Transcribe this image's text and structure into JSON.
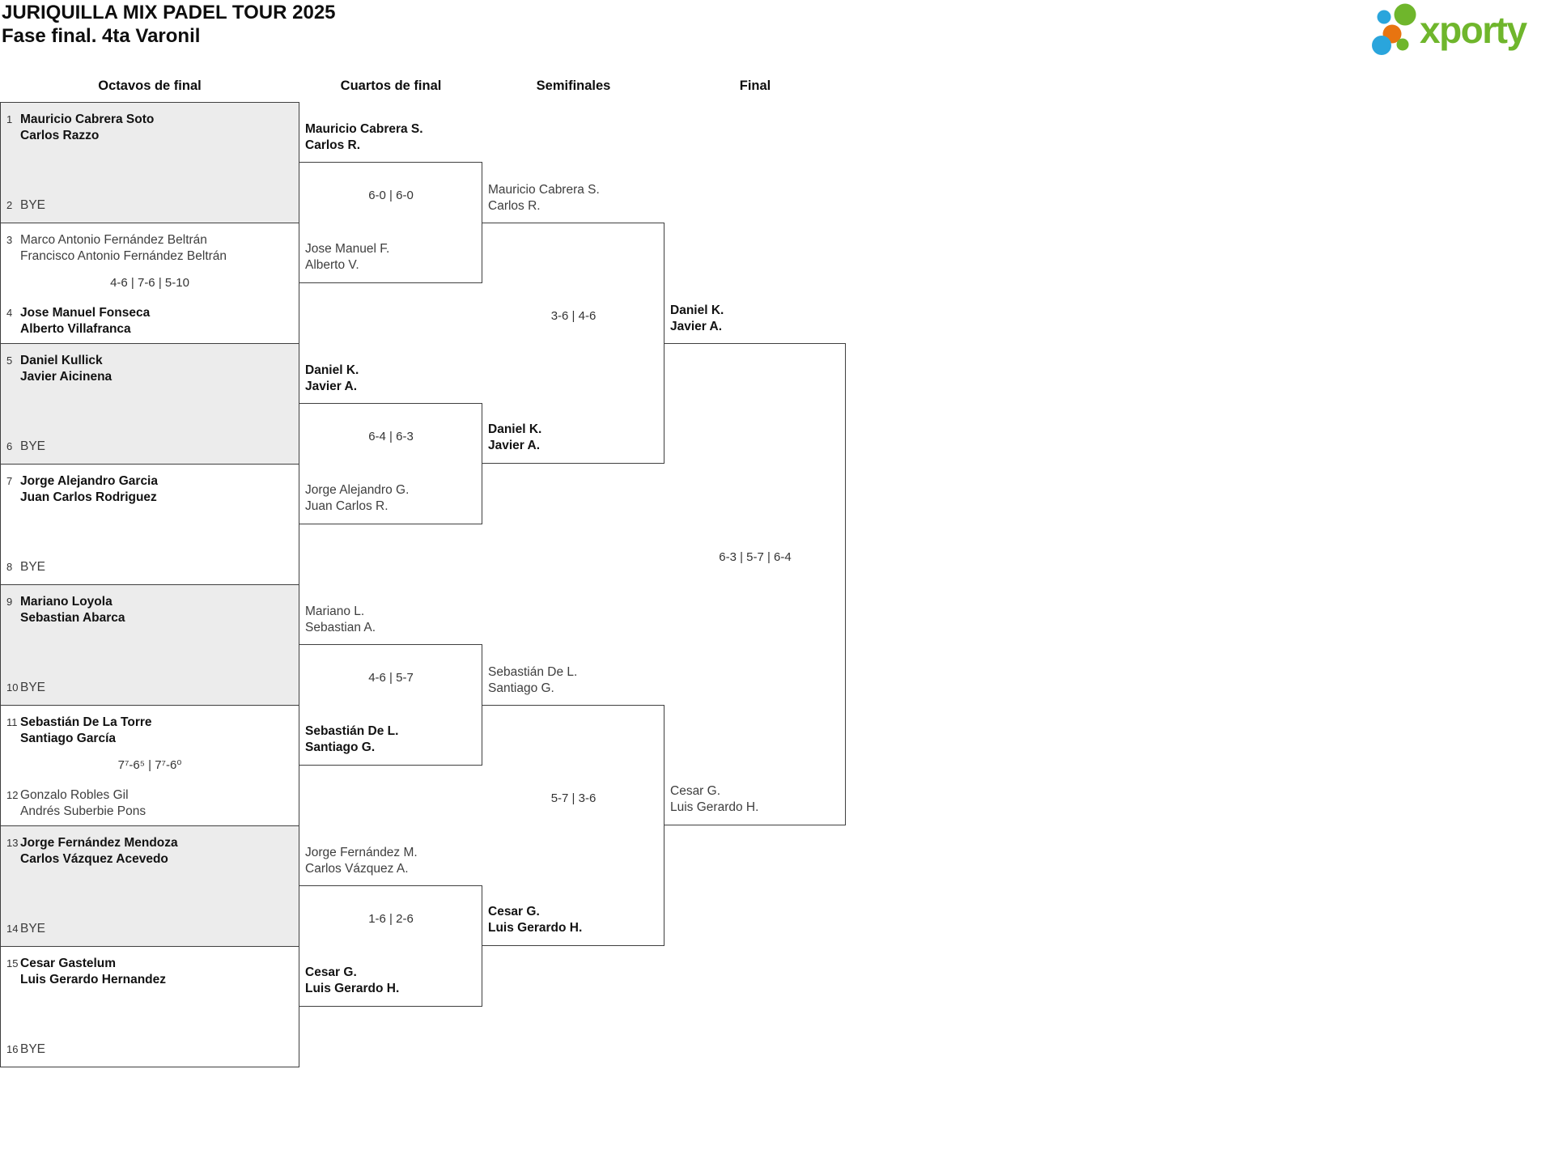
{
  "page": {
    "title": "JURIQUILLA MIX PADEL TOUR 2025",
    "subtitle": "Fase final. 4ta Varonil"
  },
  "logo": {
    "text": "xporty",
    "green": "#6fb62c",
    "blue": "#2aa5dc",
    "orange": "#e87410"
  },
  "columns": {
    "r16": "Octavos de final",
    "qf": "Cuartos de final",
    "sf": "Semifinales",
    "f": "Final"
  },
  "bye_label": "BYE",
  "r16": [
    {
      "seed1": "1",
      "t1a": "Mauricio Cabrera Soto",
      "t1b": "Carlos Razzo",
      "w1": true,
      "seed2": "2",
      "t2a": "BYE"
    },
    {
      "seed1": "3",
      "t1a": "Marco Antonio Fernández Beltrán",
      "t1b": "Francisco Antonio Fernández Beltrán",
      "score": "4-6 | 7-6 | 5-10",
      "seed2": "4",
      "t2a": "Jose Manuel Fonseca",
      "t2b": "Alberto Villafranca",
      "w2": true
    },
    {
      "seed1": "5",
      "t1a": "Daniel Kullick",
      "t1b": "Javier Aicinena",
      "w1": true,
      "seed2": "6",
      "t2a": "BYE"
    },
    {
      "seed1": "7",
      "t1a": "Jorge Alejandro Garcia",
      "t1b": "Juan Carlos Rodriguez",
      "w1": true,
      "seed2": "8",
      "t2a": "BYE"
    },
    {
      "seed1": "9",
      "t1a": "Mariano Loyola",
      "t1b": "Sebastian Abarca",
      "w1": true,
      "seed2": "10",
      "t2a": "BYE"
    },
    {
      "seed1": "11",
      "t1a": "Sebastián De La Torre",
      "t1b": "Santiago García",
      "w1": true,
      "score": "7⁷-6⁵ | 7⁷-6⁰",
      "seed2": "12",
      "t2a": "Gonzalo Robles Gil",
      "t2b": "Andrés Suberbie Pons"
    },
    {
      "seed1": "13",
      "t1a": "Jorge Fernández Mendoza",
      "t1b": "Carlos Vázquez Acevedo",
      "w1": true,
      "seed2": "14",
      "t2a": "BYE"
    },
    {
      "seed1": "15",
      "t1a": "Cesar Gastelum",
      "t1b": "Luis Gerardo Hernandez",
      "w1": true,
      "seed2": "16",
      "t2a": "BYE"
    }
  ],
  "qf": [
    {
      "t1a": "Mauricio Cabrera S.",
      "t1b": "Carlos R.",
      "w1": true,
      "score": "6-0 | 6-0",
      "t2a": "Jose Manuel F.",
      "t2b": "Alberto V."
    },
    {
      "t1a": "Daniel K.",
      "t1b": "Javier A.",
      "w1": true,
      "score": "6-4 | 6-3",
      "t2a": "Jorge Alejandro G.",
      "t2b": "Juan Carlos R."
    },
    {
      "t1a": "Mariano L.",
      "t1b": "Sebastian A.",
      "score": "4-6 | 5-7",
      "t2a": "Sebastián De L.",
      "t2b": "Santiago G.",
      "w2": true
    },
    {
      "t1a": "Jorge Fernández M.",
      "t1b": "Carlos Vázquez A.",
      "score": "1-6 | 2-6",
      "t2a": "Cesar G.",
      "t2b": "Luis Gerardo H.",
      "w2": true
    }
  ],
  "sf": [
    {
      "t1a": "Mauricio Cabrera S.",
      "t1b": "Carlos R.",
      "score": "3-6 | 4-6",
      "t2a": "Daniel K.",
      "t2b": "Javier A.",
      "w2": true
    },
    {
      "t1a": "Sebastián De L.",
      "t1b": "Santiago G.",
      "score": "5-7 | 3-6",
      "t2a": "Cesar G.",
      "t2b": "Luis Gerardo H.",
      "w2": true
    }
  ],
  "final": {
    "t1a": "Daniel K.",
    "t1b": "Javier A.",
    "w1": true,
    "score": "6-3 | 5-7 | 6-4",
    "t2a": "Cesar G.",
    "t2b": "Luis Gerardo H."
  }
}
